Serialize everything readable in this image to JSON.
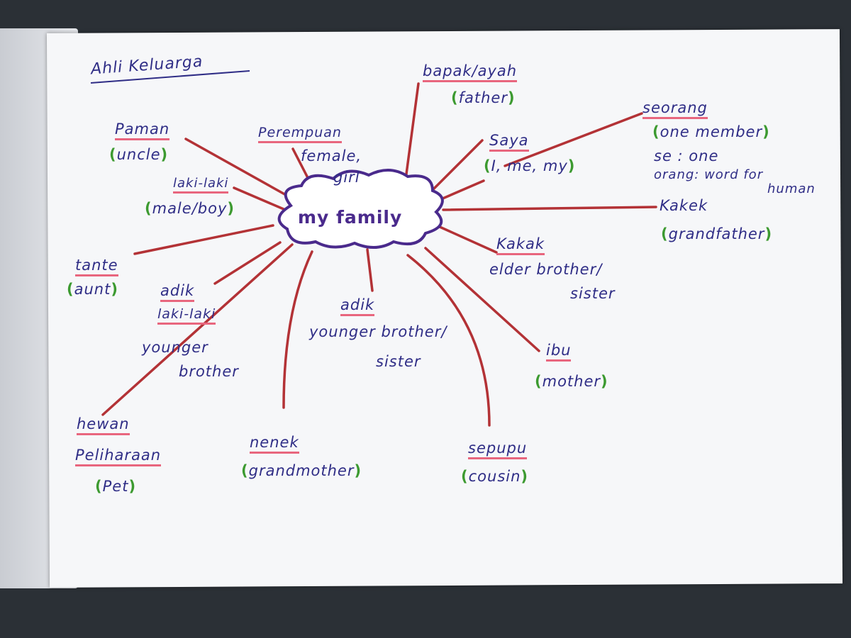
{
  "title": "Ahli Keluarga",
  "center": "my family",
  "nodes": {
    "bapak": {
      "word": "bapak/ayah",
      "meaning": "father"
    },
    "seorang": {
      "word": "seorang",
      "meaning": "one member",
      "note1": "se : one",
      "note2": "orang: word for",
      "note3": "human"
    },
    "paman": {
      "word": "Paman",
      "meaning": "uncle"
    },
    "perempuan": {
      "word": "Perempuan",
      "meaning1": "female,",
      "meaning2": "girl"
    },
    "saya": {
      "word": "Saya",
      "meaning": "I, me, my"
    },
    "laki": {
      "word": "laki-laki",
      "meaning": "male/boy"
    },
    "kakek": {
      "word": "Kakek",
      "meaning": "grandfather"
    },
    "tante": {
      "word": "tante",
      "meaning": "aunt"
    },
    "kakak": {
      "word": "Kakak",
      "meaning1": "elder brother/",
      "meaning2": "sister"
    },
    "adik_laki": {
      "word1": "adik",
      "word2": "laki-laki",
      "meaning1": "younger",
      "meaning2": "brother"
    },
    "adik": {
      "word": "adik",
      "meaning1": "younger brother/",
      "meaning2": "sister"
    },
    "ibu": {
      "word": "ibu",
      "meaning": "mother"
    },
    "hewan": {
      "word1": "hewan",
      "word2": "Peliharaan",
      "meaning": "Pet"
    },
    "nenek": {
      "word": "nenek",
      "meaning": "grandmother"
    },
    "sepupu": {
      "word": "sepupu",
      "meaning": "cousin"
    }
  },
  "colors": {
    "line": "#b33236",
    "ink": "#2f2d86",
    "underline": "#e8667e",
    "bracket": "#3c9a30",
    "cloud": "#4a2a8c"
  }
}
